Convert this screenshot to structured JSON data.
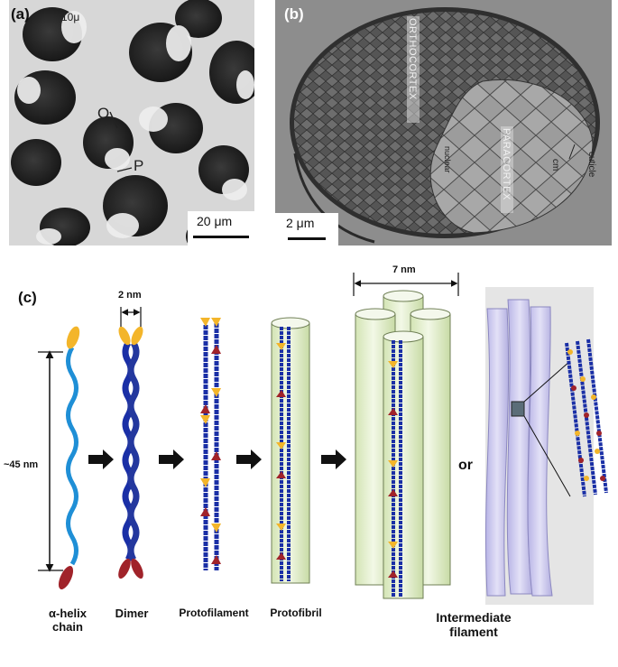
{
  "panels": {
    "a": {
      "label": "(a)",
      "micrometer_mark": "10μ",
      "region_o": "O",
      "region_p": "P",
      "scale_bar": "20 μm"
    },
    "b": {
      "label": "(b)",
      "orthocortex": "ORTHOCORTEX",
      "paracortex": "PARACORTEX",
      "cuticle": "cuticle",
      "nucleus_remnant": "nuclear",
      "cm": "cm",
      "scale_bar": "2 μm"
    },
    "c": {
      "label": "(c)",
      "length_label": "~45 nm",
      "dimer_width": "2 nm",
      "filament_width": "7 nm",
      "or_text": "or",
      "stages": [
        "α-helix\nchain",
        "Dimer",
        "Protofilament",
        "Protofibril",
        "Intermediate\nfilament"
      ]
    }
  },
  "colors": {
    "helix_blue": "#1a2fa6",
    "helix_light": "#1f8fd6",
    "head_yellow": "#f3b52a",
    "tail_red": "#a0232a",
    "cylinder_green": "#e4efcf",
    "cylinder_purple": "#c9c6ec",
    "micrograph_bg_a": "#d9d9d9",
    "micrograph_bg_b": "#8e8e8e"
  }
}
